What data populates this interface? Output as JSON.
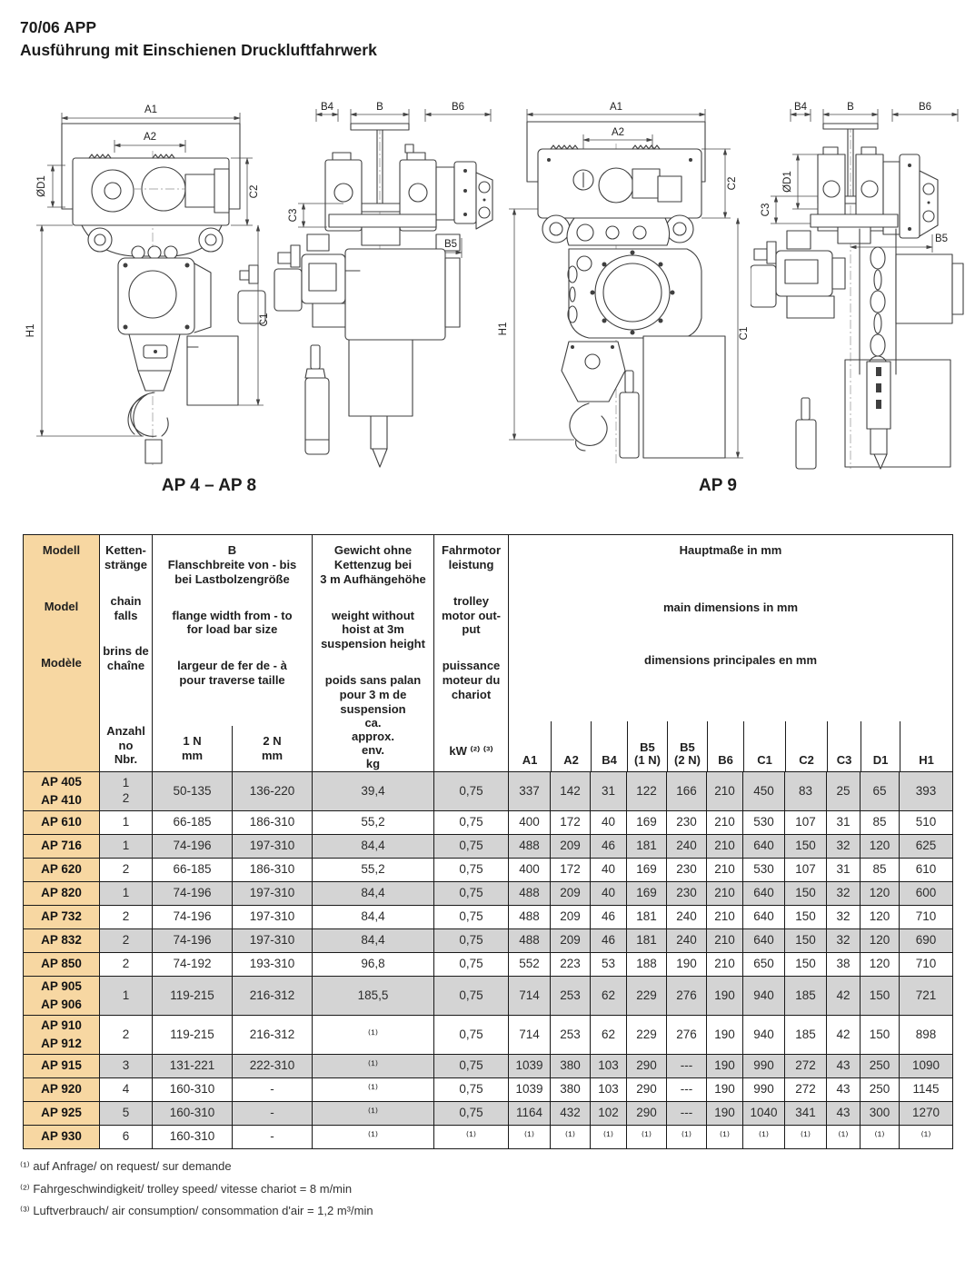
{
  "header": {
    "title_line1": "70/06 APP",
    "title_line2": "Ausführung mit Einschienen Druckluftfahrwerk"
  },
  "drawings": {
    "caption_left": "AP 4 – AP 8",
    "caption_right": "AP 9",
    "dim_labels": {
      "a1": "A1",
      "a2": "A2",
      "b": "B",
      "b4": "B4",
      "b5": "B5",
      "b6": "B6",
      "c1": "C1",
      "c2": "C2",
      "c3": "C3",
      "d1": "ØD1",
      "h1": "H1"
    }
  },
  "table": {
    "header": {
      "model_de": "Modell",
      "model_en": "Model",
      "model_fr": "Modèle",
      "chain_de": "Ketten-\nstränge",
      "chain_en": "chain\nfalls",
      "chain_fr": "brins de\nchaîne",
      "chain_sub": "Anzahl\nno\nNbr.",
      "b_de": "B\nFlanschbreite von - bis\nbei Lastbolzengröße",
      "b_en": "flange width from - to\nfor load bar size",
      "b_fr": "largeur de fer de - à\npour traverse taille",
      "b_sub1": "1 N\nmm",
      "b_sub2": "2 N\nmm",
      "w_de": "Gewicht ohne\nKettenzug bei\n3 m Aufhängehöhe",
      "w_en": "weight without\nhoist at 3m\nsuspension height",
      "w_fr": "poids sans palan\npour 3 m de\nsuspension",
      "w_sub": "ca.\napprox.\nenv.\nkg",
      "m_de": "Fahrmotor\nleistung",
      "m_en": "trolley\nmotor out-\nput",
      "m_fr": "puissance\nmoteur du\nchariot",
      "m_sub": "kW ⁽²⁾ ⁽³⁾",
      "dims_de": "Hauptmaße in mm",
      "dims_en": "main dimensions in mm",
      "dims_fr": "dimensions principales en mm",
      "dim_cols": [
        "A1",
        "A2",
        "B4",
        "B5\n(1 N)",
        "B5\n(2 N)",
        "B6",
        "C1",
        "C2",
        "C3",
        "D1",
        "H1"
      ]
    },
    "rows": [
      {
        "model": "AP 405\nAP 410",
        "falls": "1\n2",
        "n1": "50-135",
        "n2": "136-220",
        "weight": "39,4",
        "kw": "0,75",
        "dims": [
          "337",
          "142",
          "31",
          "122",
          "166",
          "210",
          "450",
          "83",
          "25",
          "65",
          "393"
        ],
        "shade": true,
        "tall": true
      },
      {
        "model": "AP 610",
        "falls": "1",
        "n1": "66-185",
        "n2": "186-310",
        "weight": "55,2",
        "kw": "0,75",
        "dims": [
          "400",
          "172",
          "40",
          "169",
          "230",
          "210",
          "530",
          "107",
          "31",
          "85",
          "510"
        ],
        "shade": false,
        "tall": false
      },
      {
        "model": "AP 716",
        "falls": "1",
        "n1": "74-196",
        "n2": "197-310",
        "weight": "84,4",
        "kw": "0,75",
        "dims": [
          "488",
          "209",
          "46",
          "181",
          "240",
          "210",
          "640",
          "150",
          "32",
          "120",
          "625"
        ],
        "shade": true,
        "tall": false
      },
      {
        "model": "AP 620",
        "falls": "2",
        "n1": "66-185",
        "n2": "186-310",
        "weight": "55,2",
        "kw": "0,75",
        "dims": [
          "400",
          "172",
          "40",
          "169",
          "230",
          "210",
          "530",
          "107",
          "31",
          "85",
          "610"
        ],
        "shade": false,
        "tall": false
      },
      {
        "model": "AP 820",
        "falls": "1",
        "n1": "74-196",
        "n2": "197-310",
        "weight": "84,4",
        "kw": "0,75",
        "dims": [
          "488",
          "209",
          "40",
          "169",
          "230",
          "210",
          "640",
          "150",
          "32",
          "120",
          "600"
        ],
        "shade": true,
        "tall": false
      },
      {
        "model": "AP 732",
        "falls": "2",
        "n1": "74-196",
        "n2": "197-310",
        "weight": "84,4",
        "kw": "0,75",
        "dims": [
          "488",
          "209",
          "46",
          "181",
          "240",
          "210",
          "640",
          "150",
          "32",
          "120",
          "710"
        ],
        "shade": false,
        "tall": false
      },
      {
        "model": "AP 832",
        "falls": "2",
        "n1": "74-196",
        "n2": "197-310",
        "weight": "84,4",
        "kw": "0,75",
        "dims": [
          "488",
          "209",
          "46",
          "181",
          "240",
          "210",
          "640",
          "150",
          "32",
          "120",
          "690"
        ],
        "shade": true,
        "tall": false
      },
      {
        "model": "AP 850",
        "falls": "2",
        "n1": "74-192",
        "n2": "193-310",
        "weight": "96,8",
        "kw": "0,75",
        "dims": [
          "552",
          "223",
          "53",
          "188",
          "190",
          "210",
          "650",
          "150",
          "38",
          "120",
          "710"
        ],
        "shade": false,
        "tall": false
      },
      {
        "model": "AP 905\nAP 906",
        "falls": "1",
        "n1": "119-215",
        "n2": "216-312",
        "weight": "185,5",
        "kw": "0,75",
        "dims": [
          "714",
          "253",
          "62",
          "229",
          "276",
          "190",
          "940",
          "185",
          "42",
          "150",
          "721"
        ],
        "shade": true,
        "tall": true
      },
      {
        "model": "AP 910\nAP 912",
        "falls": "2",
        "n1": "119-215",
        "n2": "216-312",
        "weight": "⁽¹⁾",
        "kw": "0,75",
        "dims": [
          "714",
          "253",
          "62",
          "229",
          "276",
          "190",
          "940",
          "185",
          "42",
          "150",
          "898"
        ],
        "shade": false,
        "tall": true
      },
      {
        "model": "AP 915",
        "falls": "3",
        "n1": "131-221",
        "n2": "222-310",
        "weight": "⁽¹⁾",
        "kw": "0,75",
        "dims": [
          "1039",
          "380",
          "103",
          "290",
          "---",
          "190",
          "990",
          "272",
          "43",
          "250",
          "1090"
        ],
        "shade": true,
        "tall": false
      },
      {
        "model": "AP 920",
        "falls": "4",
        "n1": "160-310",
        "n2": "-",
        "weight": "⁽¹⁾",
        "kw": "0,75",
        "dims": [
          "1039",
          "380",
          "103",
          "290",
          "---",
          "190",
          "990",
          "272",
          "43",
          "250",
          "1145"
        ],
        "shade": false,
        "tall": false
      },
      {
        "model": "AP 925",
        "falls": "5",
        "n1": "160-310",
        "n2": "-",
        "weight": "⁽¹⁾",
        "kw": "0,75",
        "dims": [
          "1164",
          "432",
          "102",
          "290",
          "---",
          "190",
          "1040",
          "341",
          "43",
          "300",
          "1270"
        ],
        "shade": true,
        "tall": false
      },
      {
        "model": "AP 930",
        "falls": "6",
        "n1": "160-310",
        "n2": "-",
        "weight": "⁽¹⁾",
        "kw": "⁽¹⁾",
        "dims": [
          "⁽¹⁾",
          "⁽¹⁾",
          "⁽¹⁾",
          "⁽¹⁾",
          "⁽¹⁾",
          "⁽¹⁾",
          "⁽¹⁾",
          "⁽¹⁾",
          "⁽¹⁾",
          "⁽¹⁾",
          "⁽¹⁾"
        ],
        "shade": false,
        "tall": false
      }
    ]
  },
  "footnotes": [
    "⁽¹⁾ auf Anfrage/ on request/ sur demande",
    "⁽²⁾ Fahrgeschwindigkeit/ trolley speed/ vitesse chariot = 8 m/min",
    "⁽³⁾ Luftverbrauch/ air consumption/ consommation d'air = 1,2 m³/min"
  ]
}
